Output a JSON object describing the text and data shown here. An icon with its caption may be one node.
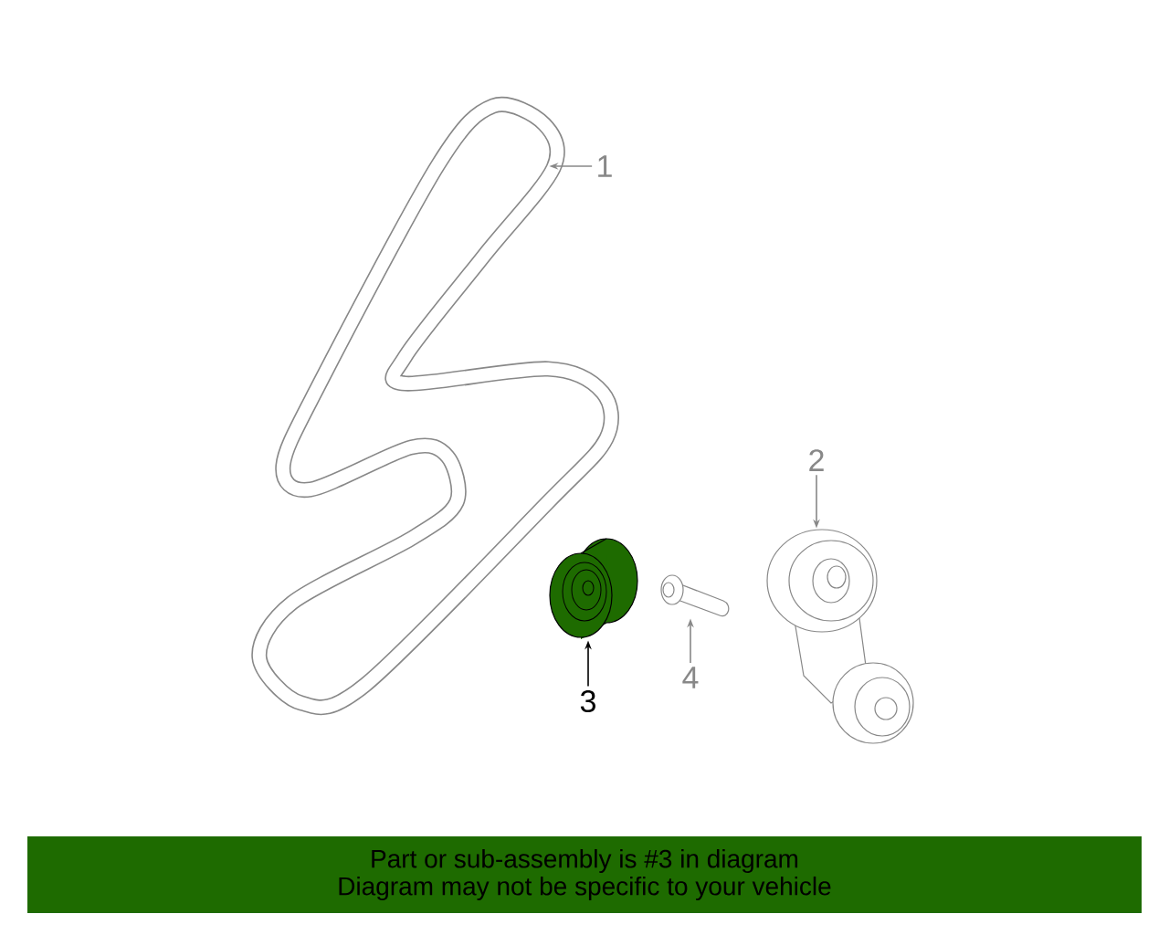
{
  "diagram": {
    "nodes": [
      {
        "text": [
          "1"
        ]
      },
      {
        "text": [],
        "shape": "picture"
      },
      {
        "text": [
          "2"
        ]
      },
      {
        "text": [],
        "shape": "picture"
      },
      {
        "text": [],
        "shape": "picture"
      },
      {
        "text": [
          "3"
        ]
      },
      {
        "text": [],
        "shape": "picture"
      },
      {
        "text": [
          "4"
        ]
      },
      {
        "text": [
          "Part or sub-assembly is #3 in diagram",
          "Diagram may not be specific to your vehicle"
        ]
      }
    ],
    "edges": [
      {
        "from": 0,
        "to": 1,
        "arrow": "to"
      },
      {
        "from": 2,
        "to": 3,
        "arrow": "to"
      },
      {
        "from": 5,
        "to": 4,
        "arrow": "to",
        "color": "#000000"
      },
      {
        "from": 7,
        "to": 6,
        "arrow": "to"
      }
    ]
  }
}
